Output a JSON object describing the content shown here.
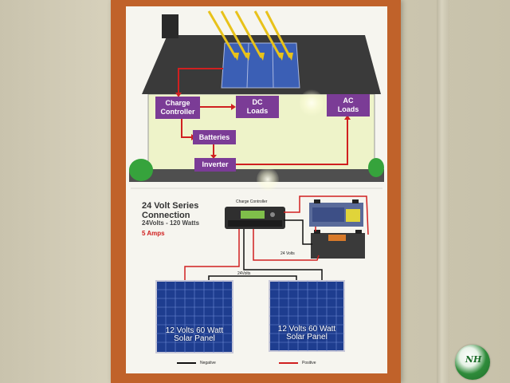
{
  "boxes": {
    "charge_controller": "Charge\nController",
    "dc_loads": "DC\nLoads",
    "ac_loads": "AC\nLoads",
    "batteries": "Batteries",
    "inverter": "Inverter"
  },
  "wiring": {
    "title": "24 Volt Series\nConnection",
    "spec": "24Volts - 120 Watts",
    "amps": "5 Amps",
    "controller_label": "Charge Controller",
    "battery_wire_label": "24 Volts",
    "panel_wire_label": "24Volts",
    "panel_left": "12 Volts 60 Watt\nSolar Panel",
    "panel_right": "12 Volts 60 Watt\nSolar Panel",
    "legend_negative": "Negative",
    "legend_positive": "Positive"
  },
  "colors": {
    "box": "#7b3c96",
    "wire_positive": "#d02020",
    "wire_negative": "#111111",
    "frame": "#c0622a",
    "badge": "#2e8b3a"
  },
  "badge": {
    "text": "NH"
  }
}
